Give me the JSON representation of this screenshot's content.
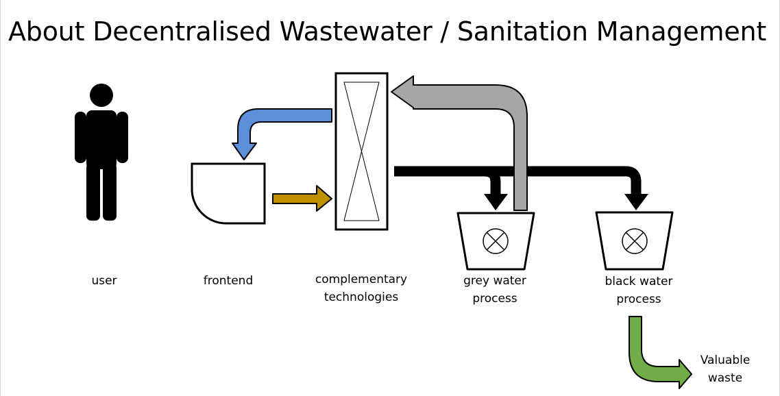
{
  "title": "About Decentralised Wastewater / Sanitation Management",
  "nodes": {
    "user": {
      "label": "user",
      "icon": "person-icon"
    },
    "frontend": {
      "label": "frontend",
      "icon": "frontend-shape"
    },
    "complementary": {
      "line1": "complementary",
      "line2": "technologies",
      "icon": "filter-box"
    },
    "grey_water": {
      "line1": "grey water",
      "line2": "process",
      "icon": "process-tank-icon"
    },
    "black_water": {
      "line1": "black water",
      "line2": "process",
      "icon": "process-tank-icon"
    },
    "valuable_waste": {
      "line1": "Valuable",
      "line2": "waste"
    }
  },
  "colors": {
    "blue_arrow": "#5b8fd9",
    "gold_arrow": "#bf9000",
    "grey_arrow": "#a6a6a6",
    "black_arrow": "#000000",
    "green_arrow": "#70ad47"
  }
}
